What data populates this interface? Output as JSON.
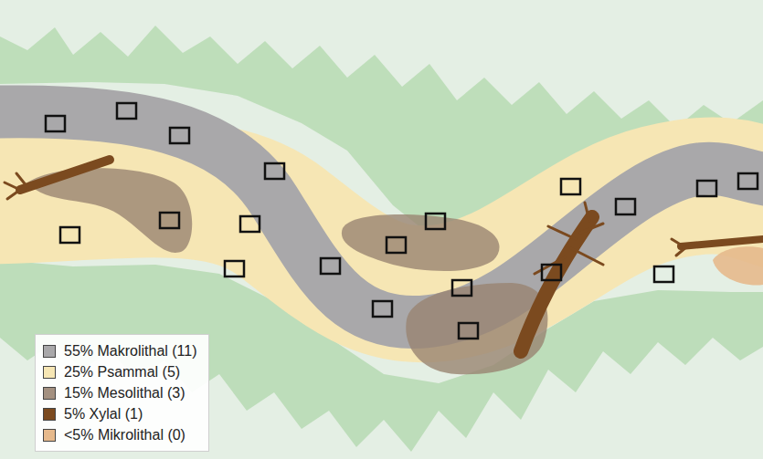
{
  "diagram": {
    "legend": [
      {
        "text": "55% Makrolithal (11)",
        "color": "#a9a8aa"
      },
      {
        "text": "25% Psammal (5)",
        "color": "#f6e6b4"
      },
      {
        "text": "15% Mesolithal (3)",
        "color": "#a39080"
      },
      {
        "text": "5% Xylal (1)",
        "color": "#7b4a1f"
      },
      {
        "text": "<5% Mikrolithal (0)",
        "color": "#e6b98c"
      }
    ]
  }
}
